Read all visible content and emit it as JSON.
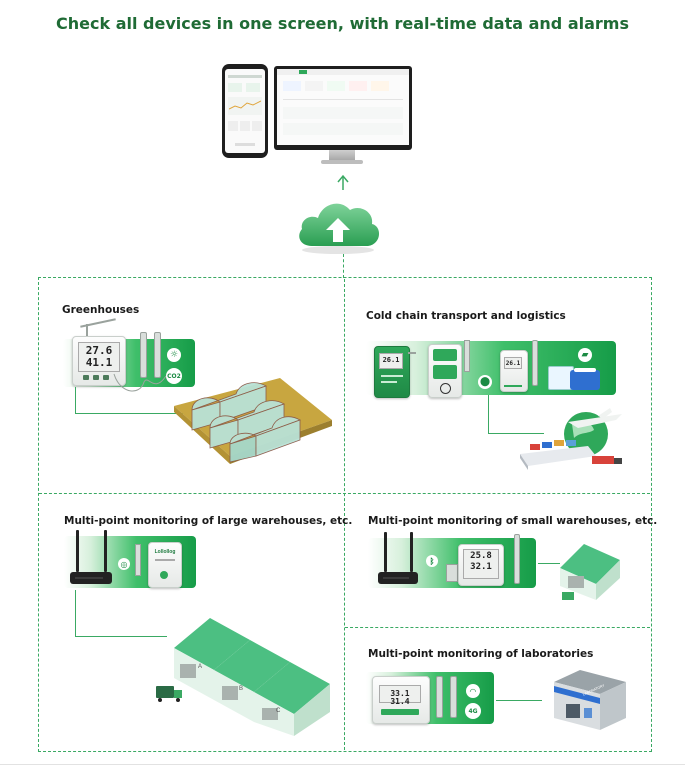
{
  "page": {
    "title": "Check all devices in one screen, with real-time data and alarms"
  },
  "sections": {
    "greenhouses": {
      "label": "Greenhouses",
      "display_top": "27.6",
      "display_bottom": "41.1",
      "icon_label": "CO2"
    },
    "cold_chain": {
      "label": "Cold chain transport and logistics",
      "display_values": [
        "26.1",
        "26.1"
      ]
    },
    "large_warehouses": {
      "label": "Multi-point monitoring of large warehouses, etc.",
      "device_brand": "Lollollog",
      "building_letters": [
        "A",
        "B",
        "C"
      ]
    },
    "small_warehouses": {
      "label": "Multi-point monitoring of small warehouses, etc.",
      "display_top": "25.8",
      "display_bottom": "32.1"
    },
    "laboratories": {
      "label": "Multi-point monitoring of laboratories",
      "display_value": "33.1 31.4",
      "network_label": "4G",
      "building_sign": "LABORATORY"
    }
  },
  "colors": {
    "title_green": "#1f6b35",
    "accent_green": "#3aa963",
    "band_green": "#169c48"
  }
}
